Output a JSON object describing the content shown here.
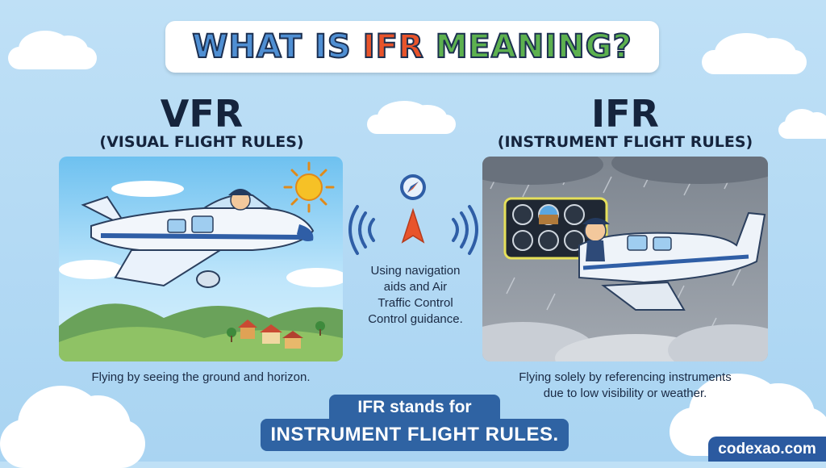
{
  "title": {
    "part1": "WHAT IS",
    "part2": "IFR",
    "part3": "MEANING?"
  },
  "vfr": {
    "abbr": "VFR",
    "full": "(VISUAL FLIGHT RULES)",
    "caption": "Flying by seeing the ground and horizon."
  },
  "ifr": {
    "abbr": "IFR",
    "full": "(INSTRUMENT FLIGHT RULES)",
    "caption_line1": "Flying solely by referencing instruments",
    "caption_line2": "due to low visibility or weather."
  },
  "middle": {
    "line1": "Using navigation",
    "line2": "aids and Air",
    "line3": "Traffic Control",
    "line4": "Control guidance."
  },
  "bottom": {
    "line1": "IFR stands for",
    "line2": "INSTRUMENT FLIGHT RULES."
  },
  "brand": "codexao.com",
  "colors": {
    "title_blue": "#4f8fd3",
    "title_red": "#e8542b",
    "title_green": "#5db14f",
    "banner_blue": "#2f63a3"
  },
  "icons": [
    "sun-icon",
    "compass-icon",
    "radio-waves-icon",
    "navigation-arrow-icon",
    "instrument-panel-icon",
    "rain-icon"
  ]
}
